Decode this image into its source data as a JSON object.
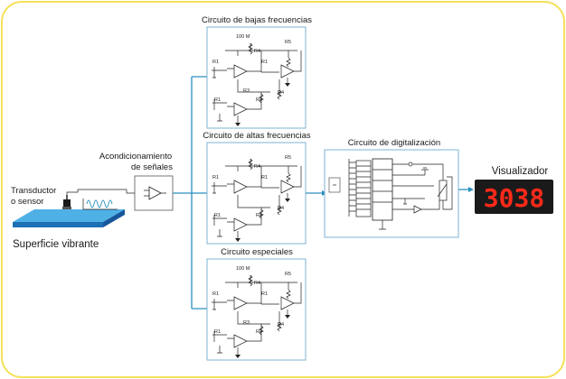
{
  "title": "",
  "labels": {
    "transducer": [
      "Transductor",
      "o sensor"
    ],
    "surface": "Superficie vibrante",
    "conditioning": [
      "Acondicionamiento",
      "de señales"
    ],
    "low_freq": "Circuito de bajas frecuencias",
    "high_freq": "Circuito de altas frecuencias",
    "special": "Circuito especiales",
    "digitization": "Circuito de digitalización",
    "display": "Visualizador"
  },
  "display_value": "3038",
  "circuit_labels": {
    "resistor_100m": "100 M",
    "r1": "R1",
    "r3": "R3",
    "r4": "R4",
    "r5": "R5"
  },
  "colors": {
    "border": "#f5e15a",
    "panel_stroke": "#7fb3d5",
    "connector": "#2a8fbf",
    "surface_top": "#4fb0e6",
    "surface_side": "#1f6fb5",
    "wave": "#2a8fbf",
    "display_bg": "#1a1a1a",
    "display_digits": "#ff2a1a"
  }
}
